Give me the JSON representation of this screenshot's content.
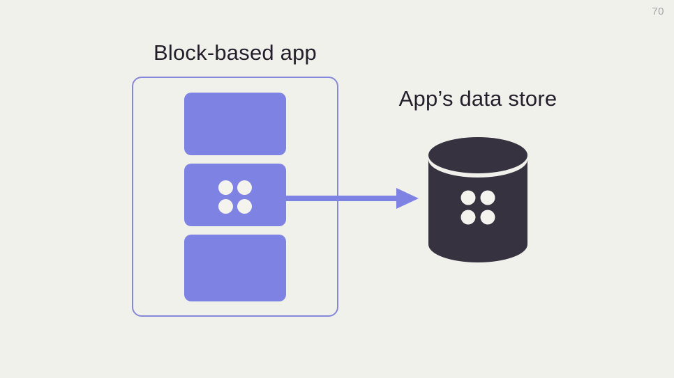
{
  "slide": {
    "page_number": "70"
  },
  "app": {
    "title": "Block-based app",
    "block_count": 3,
    "active_block_icon": "dots-2x2-icon"
  },
  "flow": {
    "icon": "arrow-right-icon",
    "direction": "left-to-right"
  },
  "data_store": {
    "label": "App’s data store",
    "icon": "database-cylinder-icon"
  },
  "colors": {
    "bg": "#f1f1ec",
    "purple": "#7e82e3",
    "outline": "#8588d8",
    "dark": "#373240",
    "ink": "#221f2b",
    "dot": "#f4f3ee",
    "muted": "#a6a6a2"
  }
}
